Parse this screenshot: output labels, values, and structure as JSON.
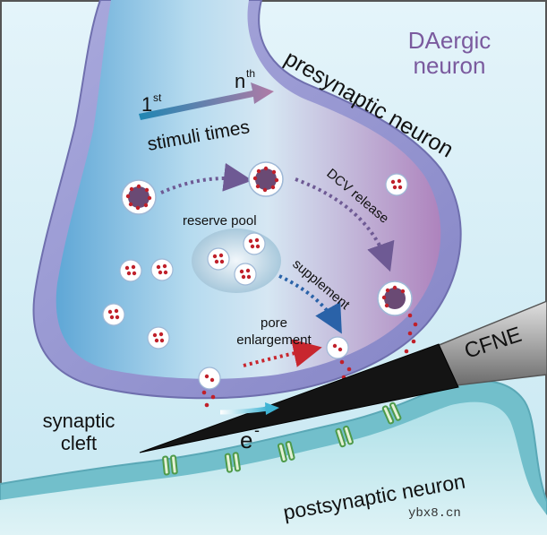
{
  "labels": {
    "daergic_line1": "DAergic",
    "daergic_line2": "neuron",
    "presynaptic": "presynaptic neuron",
    "first_num": "1",
    "first_sup": "st",
    "nth_base": "n",
    "nth_sup": "th",
    "stimuli": "stimuli times",
    "dcv_release": "DCV release",
    "reserve_pool": "reserve pool",
    "supplement": "supplement",
    "pore_line1": "pore",
    "pore_line2": "enlargement",
    "cfne": "CFNE",
    "synaptic_line1": "synaptic",
    "synaptic_line2": "cleft",
    "electron": "e",
    "electron_sup": "-",
    "postsynaptic": "postsynaptic neuron",
    "watermark": "ybx8.cn"
  },
  "colors": {
    "membrane": "#8f8fc8",
    "post_membrane": "#74c0cc",
    "vesicle_dot": "#c0202a",
    "vesicle_core": "#6a4a74",
    "arrow_gradient_start": "#2e8fb8",
    "arrow_gradient_end": "#a8729e",
    "electrode_tip": "#111111",
    "electrode_body": "#b8b8b8",
    "receptor": "#4e9a4a",
    "purple_text": "#7a5a9e"
  },
  "icons": [
    "vesicle-icon",
    "receptor-icon",
    "electrode-icon",
    "arrow-icon"
  ]
}
